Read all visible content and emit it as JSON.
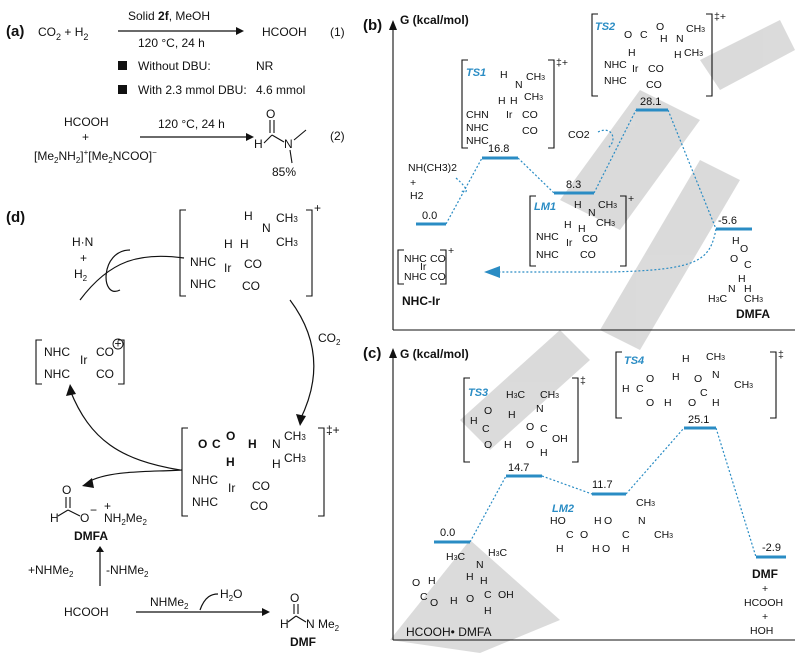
{
  "panel_a": {
    "label": "(a)",
    "eq1_reactants": [
      "CO",
      "2",
      "+",
      "H",
      "2"
    ],
    "eq1_above": "Solid",
    "eq1_above_bold": "2f",
    "eq1_above_tail": ", MeOH",
    "eq1_below": "120 °C, 24 h",
    "eq1_product": "HCOOH",
    "eq1_num": "(1)",
    "cond1_label": "Without DBU:",
    "cond1_value": "NR",
    "cond2_label": "With 2.3 mmol DBU:",
    "cond2_value": "4.6 mmol",
    "eq2_top": "HCOOH",
    "eq2_plus": "+",
    "eq2_salt": "[Me2NH2]+[Me2NCOO]−",
    "eq2_above": "120 °C, 24 h",
    "eq2_yield": "85%",
    "eq2_num": "(2)"
  },
  "panel_b": {
    "label": "(b)",
    "axis_label": "G (kcal/mol)",
    "levels": [
      {
        "name": "start",
        "value": "0.0"
      },
      {
        "name": "TS1",
        "value": "16.8"
      },
      {
        "name": "LM1",
        "value": "8.3"
      },
      {
        "name": "TS2",
        "value": "28.1"
      },
      {
        "name": "product",
        "value": "-5.6"
      }
    ],
    "ts1_label": "TS1",
    "lm1_label": "LM1",
    "ts2_label": "TS2",
    "nhc_ir_label": "NHC-Ir",
    "dmfa_label": "DMFA",
    "reagent_nh": "NH(CH3)2",
    "reagent_h2": "H2",
    "co2": "CO2"
  },
  "panel_c": {
    "label": "(c)",
    "axis_label": "G (kcal/mol)",
    "levels": [
      {
        "name": "start",
        "value": "0.0"
      },
      {
        "name": "TS3",
        "value": "14.7"
      },
      {
        "name": "LM2",
        "value": "11.7"
      },
      {
        "name": "TS4",
        "value": "25.1"
      },
      {
        "name": "product",
        "value": "-2.9"
      }
    ],
    "ts3_label": "TS3",
    "lm2_label": "LM2",
    "ts4_label": "TS4",
    "start_label": "HCOOH• DMFA",
    "dmf_label": "DMF",
    "plus1": "+",
    "hcooh": "HCOOH",
    "plus2": "+",
    "hoh": "HOH"
  },
  "panel_d": {
    "label": "(d)",
    "nh_reagent": "H·N",
    "plus": "+",
    "h2": "H2",
    "co2": "CO2",
    "dmfa": "DMFA",
    "nh2me2": "NH2Me2",
    "eq_left": "+NHMe2",
    "eq_right": "-NHMe2",
    "hcooh": "HCOOH",
    "nhme2": "NHMe2",
    "h2o": "H2O",
    "dmf": "DMF"
  }
}
